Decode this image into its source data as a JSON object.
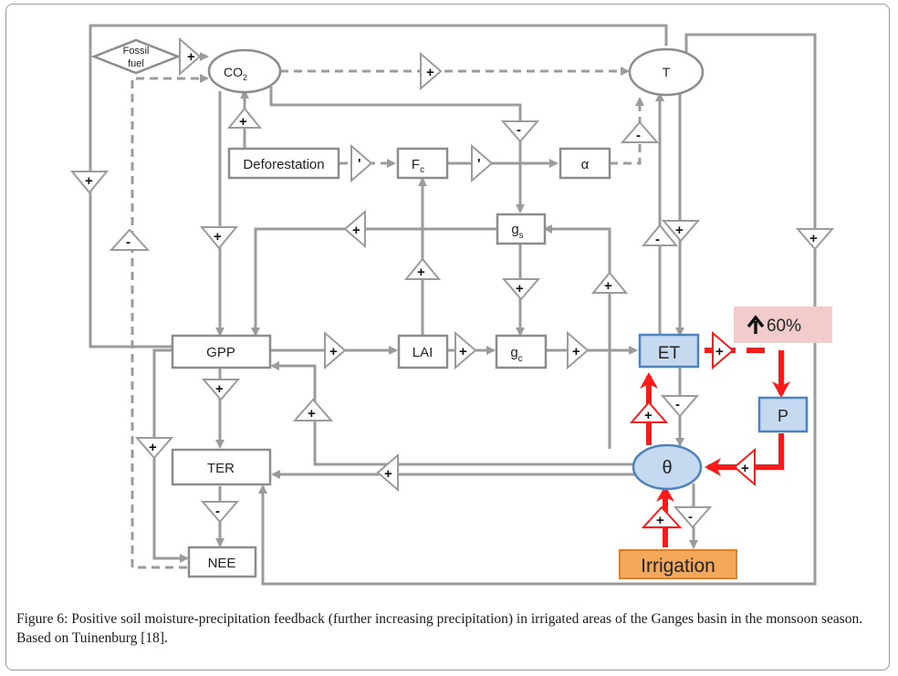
{
  "nodes": {
    "fossil": {
      "line1": "Fossil",
      "line2": "fuel"
    },
    "co2": {
      "main": "CO",
      "sub": "2"
    },
    "t": "T",
    "deforestation": "Deforestation",
    "fc": {
      "main": "F",
      "sub": "c"
    },
    "alpha": "α",
    "gs": {
      "main": "g",
      "sub": "s"
    },
    "gpp": "GPP",
    "lai": "LAI",
    "gc": {
      "main": "g",
      "sub": "c"
    },
    "et": "ET",
    "p": "P",
    "theta": "θ",
    "ter": "TER",
    "nee": "NEE",
    "irrigation": "Irrigation",
    "increase": "60%"
  },
  "signs": {
    "plus": "+",
    "minus": "-",
    "neutral": "'"
  },
  "colors": {
    "gray_edge": "#9b9b9b",
    "red_edge": "#ff1a1a",
    "blue_node": "#c5d9f1",
    "irrigation_fill": "#f5a75a",
    "increase_fill": "#f2cccc"
  },
  "caption": "Figure 6: Positive soil moisture-precipitation feedback (further increasing precipitation) in irrigated areas of the Ganges basin in the monsoon season. Based on Tuinenburg [18]."
}
